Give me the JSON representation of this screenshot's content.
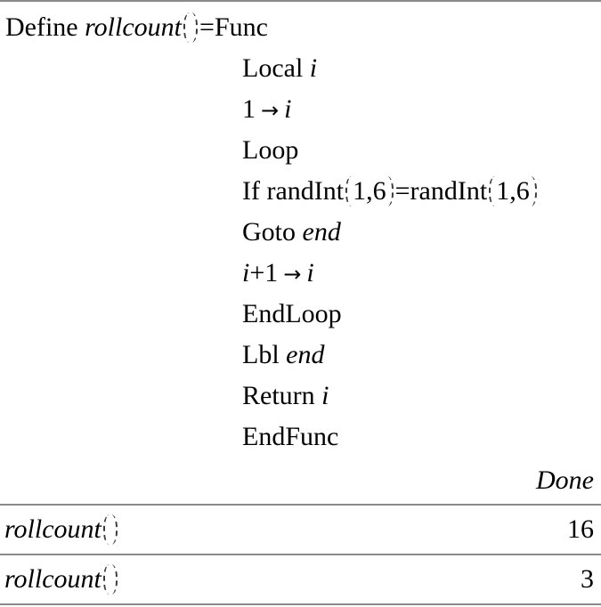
{
  "app": {
    "description": "TI-Nspire CAS calculator history screen",
    "colors": {
      "background": "#ffffff",
      "text": "#000000",
      "separator": "#8a8a8a",
      "paren": "#3a3a3a"
    }
  },
  "program": {
    "lines": [
      {
        "id": "define",
        "indent": false,
        "segments": [
          {
            "t": "Define ",
            "s": "r"
          },
          {
            "t": "rollcount",
            "s": "i"
          },
          {
            "t": "(",
            "s": "po"
          },
          {
            "t": ")",
            "s": "pc"
          },
          {
            "t": "=",
            "s": "r"
          },
          {
            "t": "Func",
            "s": "r"
          }
        ]
      },
      {
        "id": "local",
        "indent": true,
        "segments": [
          {
            "t": "Local ",
            "s": "r"
          },
          {
            "t": "i",
            "s": "i"
          }
        ]
      },
      {
        "id": "init",
        "indent": true,
        "segments": [
          {
            "t": "1",
            "s": "r"
          },
          {
            "t": "→",
            "s": "ar"
          },
          {
            "t": "i",
            "s": "i"
          }
        ]
      },
      {
        "id": "loop",
        "indent": true,
        "segments": [
          {
            "t": "Loop",
            "s": "r"
          }
        ]
      },
      {
        "id": "if",
        "indent": true,
        "segments": [
          {
            "t": "If randInt",
            "s": "r"
          },
          {
            "t": "(",
            "s": "po"
          },
          {
            "t": "1,6",
            "s": "r"
          },
          {
            "t": ")",
            "s": "pc"
          },
          {
            "t": "=randInt",
            "s": "r"
          },
          {
            "t": "(",
            "s": "po"
          },
          {
            "t": "1,6",
            "s": "r"
          },
          {
            "t": ")",
            "s": "pc"
          }
        ]
      },
      {
        "id": "goto",
        "indent": true,
        "segments": [
          {
            "t": "Goto ",
            "s": "r"
          },
          {
            "t": "end",
            "s": "i"
          }
        ]
      },
      {
        "id": "incr",
        "indent": true,
        "segments": [
          {
            "t": "i",
            "s": "i"
          },
          {
            "t": "+1",
            "s": "r"
          },
          {
            "t": "→",
            "s": "ar"
          },
          {
            "t": "i",
            "s": "i"
          }
        ]
      },
      {
        "id": "endloop",
        "indent": true,
        "segments": [
          {
            "t": "EndLoop",
            "s": "r"
          }
        ]
      },
      {
        "id": "lbl",
        "indent": true,
        "segments": [
          {
            "t": "Lbl ",
            "s": "r"
          },
          {
            "t": "end",
            "s": "i"
          }
        ]
      },
      {
        "id": "return",
        "indent": true,
        "segments": [
          {
            "t": "Return ",
            "s": "r"
          },
          {
            "t": "i",
            "s": "i"
          }
        ]
      },
      {
        "id": "endfunc",
        "indent": true,
        "segments": [
          {
            "t": "EndFunc",
            "s": "r"
          }
        ]
      }
    ],
    "status": "Done"
  },
  "history": [
    {
      "fn": "rollcount",
      "open": "(",
      "close": ")",
      "result": "16"
    },
    {
      "fn": "rollcount",
      "open": "(",
      "close": ")",
      "result": "3"
    }
  ]
}
